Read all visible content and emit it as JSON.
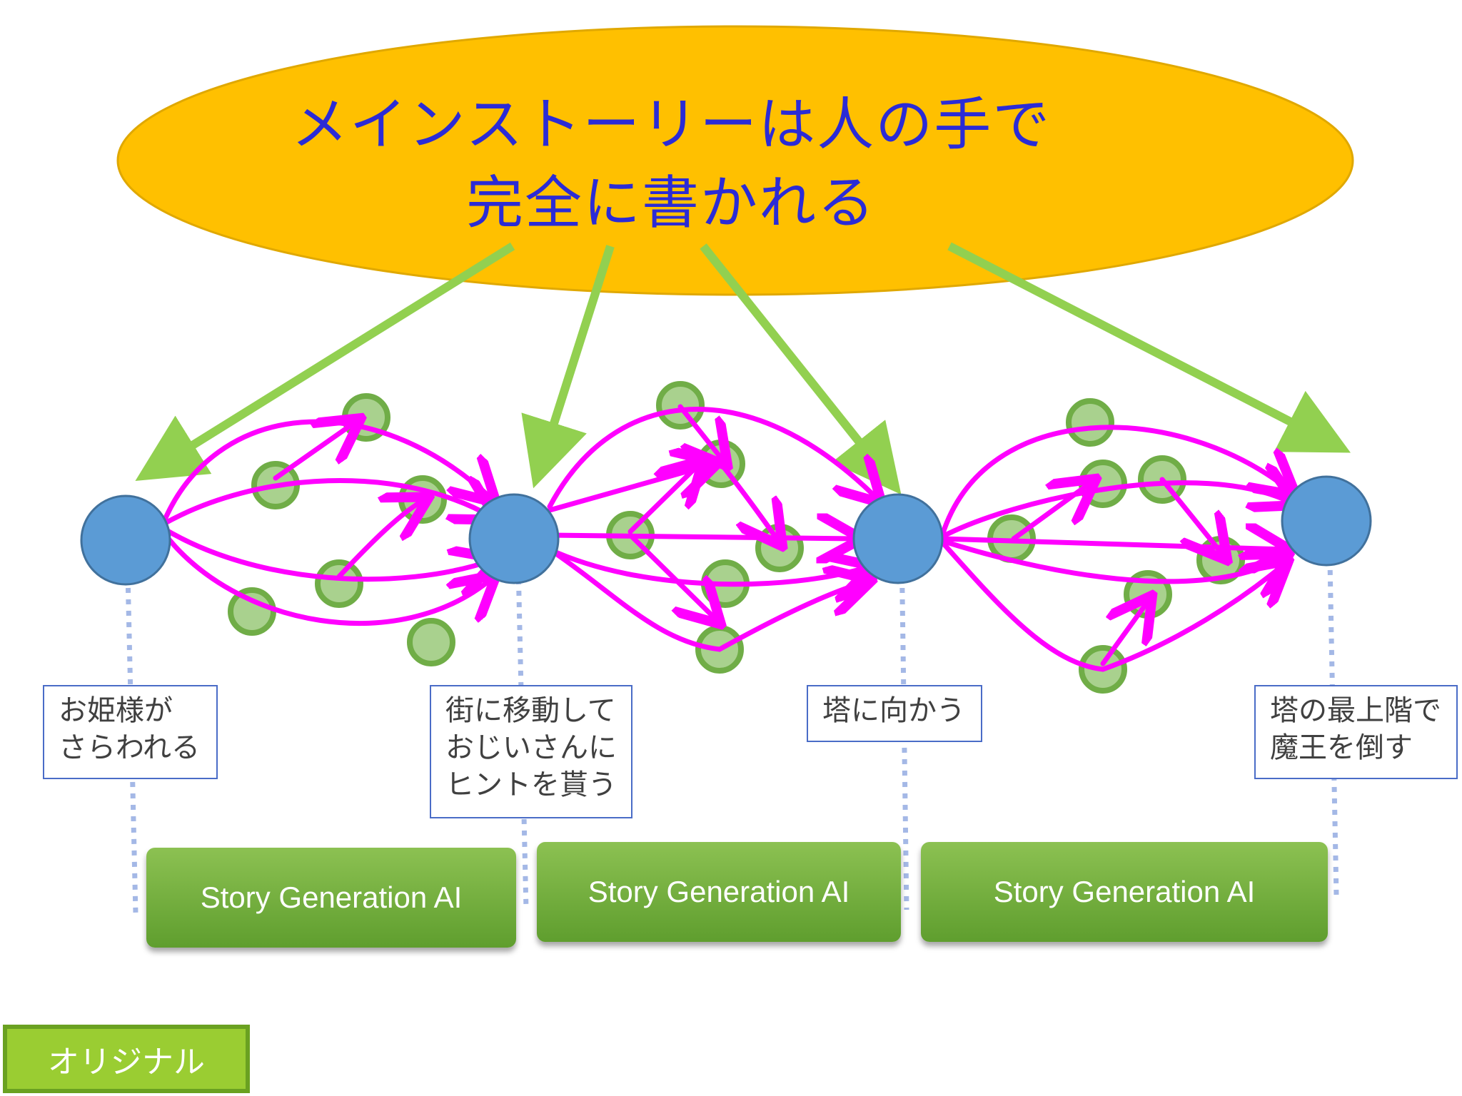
{
  "title_ellipse": {
    "text": "メインストーリーは人の手で\n完全に書かれる",
    "fill": "#ffc000",
    "text_color": "#2b2bd6"
  },
  "milestones": [
    {
      "label": "お姫様が\nさらわれる"
    },
    {
      "label": "街に移動して\nおじいさんに\nヒントを貰う"
    },
    {
      "label": "塔に向かう"
    },
    {
      "label": "塔の最上階で\n魔王を倒す"
    }
  ],
  "ai_segments": [
    {
      "label": "Story Generation AI"
    },
    {
      "label": "Story Generation AI"
    },
    {
      "label": "Story Generation AI"
    }
  ],
  "badge": {
    "label": "オリジナル"
  },
  "colors": {
    "milestone_node": "#5b9bd5",
    "sub_node": "#a9d18e",
    "sub_node_border": "#70ad47",
    "path_arrow": "#ff00ff",
    "main_arrow": "#92d050",
    "dotted_line": "#a4b8e6"
  }
}
